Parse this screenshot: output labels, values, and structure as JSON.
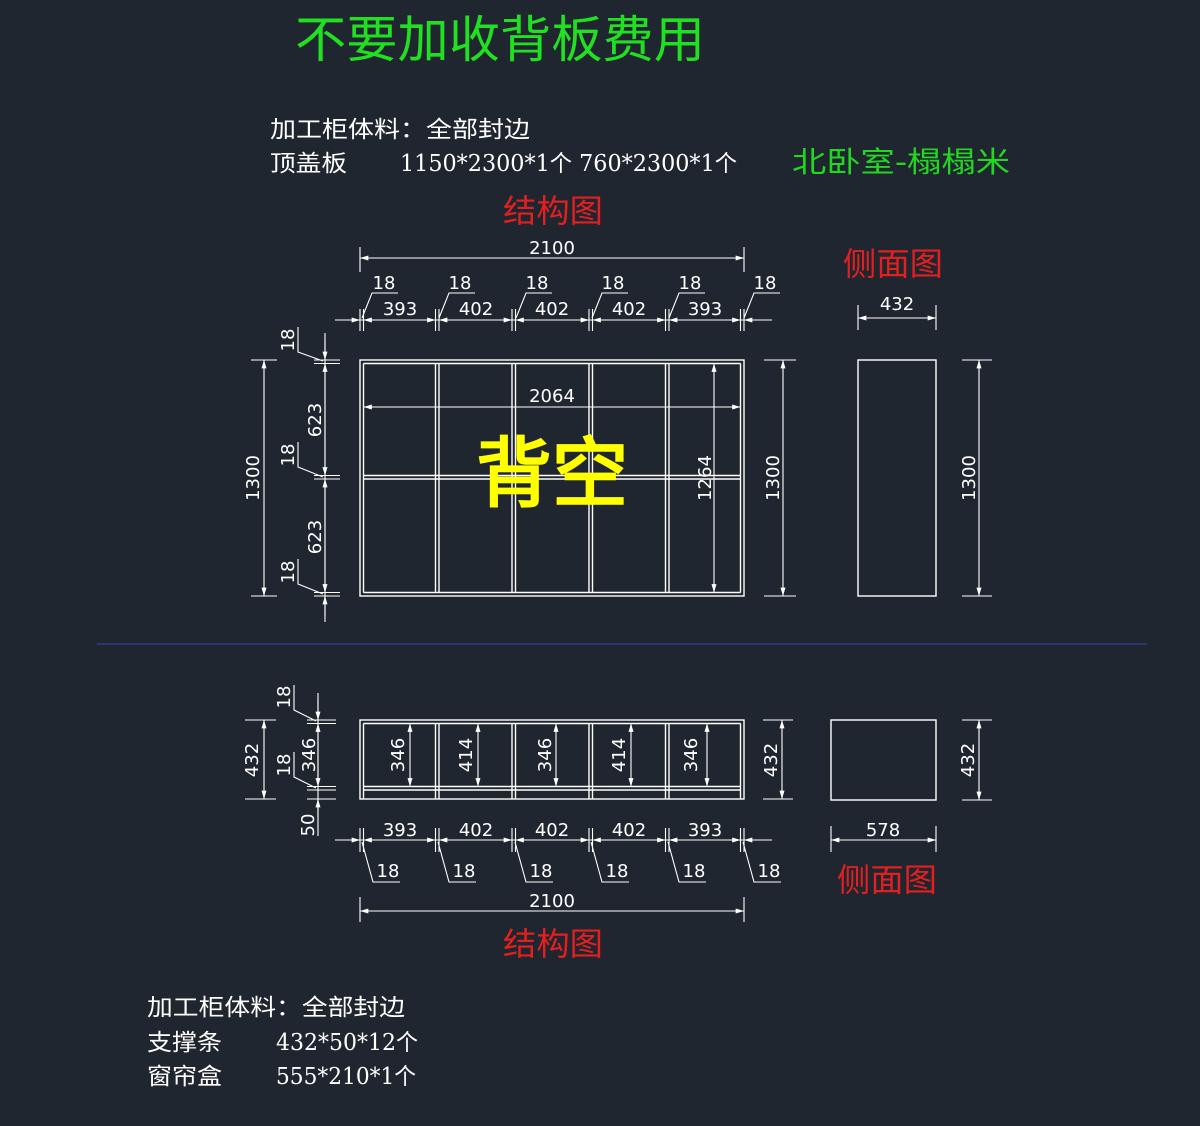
{
  "title": "不要加收背板费用",
  "top_notes": {
    "line1": "加工柜体料：全部封边",
    "cover_label": "顶盖板",
    "cover_value": "1150*2300*1个 760*2300*1个",
    "room": "北卧室-榻榻米"
  },
  "front_view": {
    "caption": "结构图",
    "overall_width": "2100",
    "panel_thickness": [
      "18",
      "18",
      "18",
      "18",
      "18",
      "18"
    ],
    "bay_widths": [
      "393",
      "402",
      "402",
      "402",
      "393"
    ],
    "overall_height": "1300",
    "left_segments": [
      "18",
      "623",
      "18",
      "623",
      "18"
    ],
    "inner_width": "2064",
    "inner_height": "1264",
    "right_height": "1300",
    "back_note": "背空"
  },
  "side_view_top": {
    "caption": "侧面图",
    "depth": "432",
    "height": "1300"
  },
  "plan_view": {
    "caption": "结构图",
    "bay_widths": [
      "393",
      "402",
      "402",
      "402",
      "393"
    ],
    "panel_thickness": [
      "18",
      "18",
      "18",
      "18",
      "18",
      "18"
    ],
    "overall_width": "2100",
    "inner_depths": [
      "346",
      "414",
      "346",
      "414",
      "346"
    ],
    "left_outer": "432",
    "left_segments": [
      "18",
      "346",
      "18",
      "50"
    ],
    "right_depth": "432"
  },
  "side_view_bottom": {
    "caption": "侧面图",
    "width": "578",
    "depth": "432"
  },
  "bottom_notes": {
    "line1": "加工柜体料：全部封边",
    "items": [
      {
        "label": "支撑条",
        "value": "432*50*12个"
      },
      {
        "label": "窗帘盒",
        "value": "555*210*1个"
      }
    ]
  },
  "colors": {
    "background": "#20262f",
    "line": "#ffffff",
    "title_green": "#21e021",
    "room_green": "#22d622",
    "caption_red": "#e32020",
    "note_yellow": "#ffff00",
    "separator": "#2c3d8c"
  }
}
